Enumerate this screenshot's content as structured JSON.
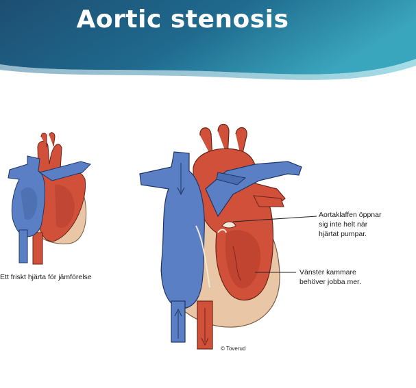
{
  "slide": {
    "title": "Aortic stenosis"
  },
  "figure": {
    "caption_healthy": "Ett friskt hjärta för jämförelse",
    "annotation_valve": [
      "Aortaklaffen öppnar",
      "sig inte helt när",
      "hjärtat pumpar."
    ],
    "annotation_ventricle": [
      "Vänster kammare",
      "behöver jobba mer."
    ],
    "credit": "© Toverud"
  },
  "colors": {
    "header_dark": "#1d4e72",
    "header_mid": "#1f6a8e",
    "header_light": "#3aa6bd",
    "vein_blue": "#5a7fc4",
    "artery_red": "#d0503a",
    "muscle_tan": "#e9c7a6"
  }
}
